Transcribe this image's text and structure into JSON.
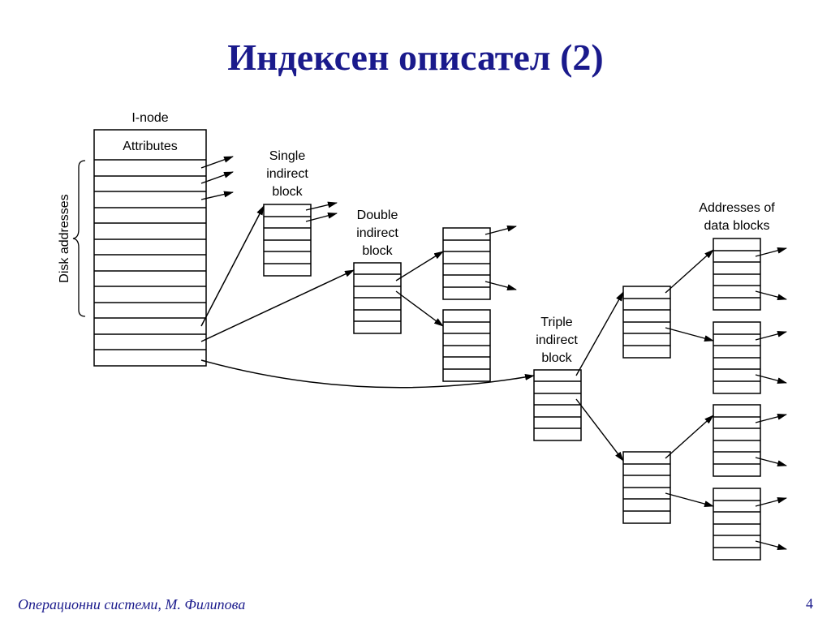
{
  "title": "Индексен описател (2)",
  "footer": "Операционни системи, М. Филипова",
  "page_number": "4",
  "diagram": {
    "inode_label": "I-node",
    "attributes_label": "Attributes",
    "disk_addresses_label": "Disk addresses",
    "single_label": [
      "Single",
      "indirect",
      "block"
    ],
    "double_label": [
      "Double",
      "indirect",
      "block"
    ],
    "triple_label": [
      "Triple",
      "indirect",
      "block"
    ],
    "data_label": [
      "Addresses of",
      "data blocks"
    ]
  }
}
